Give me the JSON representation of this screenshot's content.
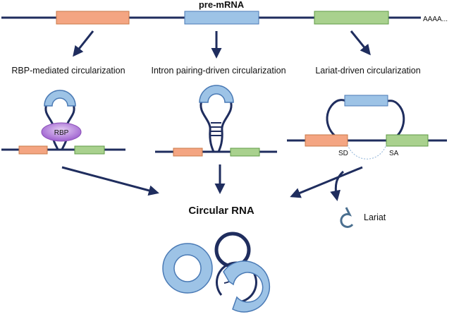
{
  "title": "pre-mRNA",
  "poly_a": "AAAA...",
  "mechanisms": [
    {
      "label": "RBP-mediated circularization"
    },
    {
      "label": "Intron pairing-driven circularization"
    },
    {
      "label": "Lariat-driven circularization"
    }
  ],
  "rbp_label": "RBP",
  "sd_label": "SD",
  "sa_label": "SA",
  "product_label": "Circular RNA",
  "lariat_label": "Lariat",
  "colors": {
    "line": "#1f2d5e",
    "exon_orange": "#f4a582",
    "exon_blue": "#9dc3e6",
    "exon_green": "#a9d18e",
    "rbp": "#b07cd8"
  }
}
